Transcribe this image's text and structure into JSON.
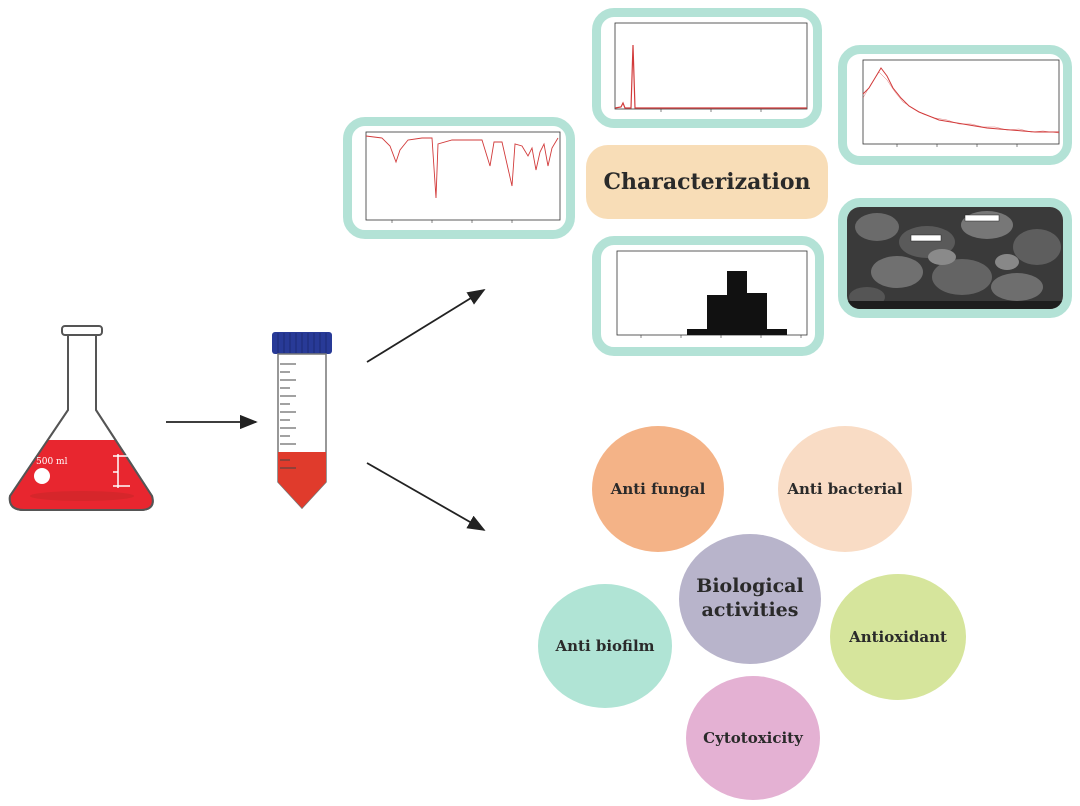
{
  "characterization": {
    "label": "Characterization"
  },
  "flask": {
    "volume_label": "500 ml"
  },
  "biological": {
    "center": "Biological\nactivities",
    "items": [
      {
        "key": "anti_fungal",
        "label": "Anti fungal"
      },
      {
        "key": "anti_bacterial",
        "label": "Anti bacterial"
      },
      {
        "key": "antioxidant",
        "label": "Antioxidant"
      },
      {
        "key": "anti_biofilm",
        "label": "Anti biofilm"
      },
      {
        "key": "cytotoxicity",
        "label": "Cytotoxicity"
      }
    ]
  },
  "colors": {
    "frame_border": "#b3e2d6",
    "char_label_bg": "#f8ddb7",
    "solution_red": "#e8262f",
    "anti_fungal": "#f4b387",
    "anti_bacterial": "#f9dcc5",
    "antioxidant": "#d6e59c",
    "anti_biofilm": "#b0e4d5",
    "cytotoxicity": "#e4b1d3",
    "center": "#b8b4cb"
  }
}
